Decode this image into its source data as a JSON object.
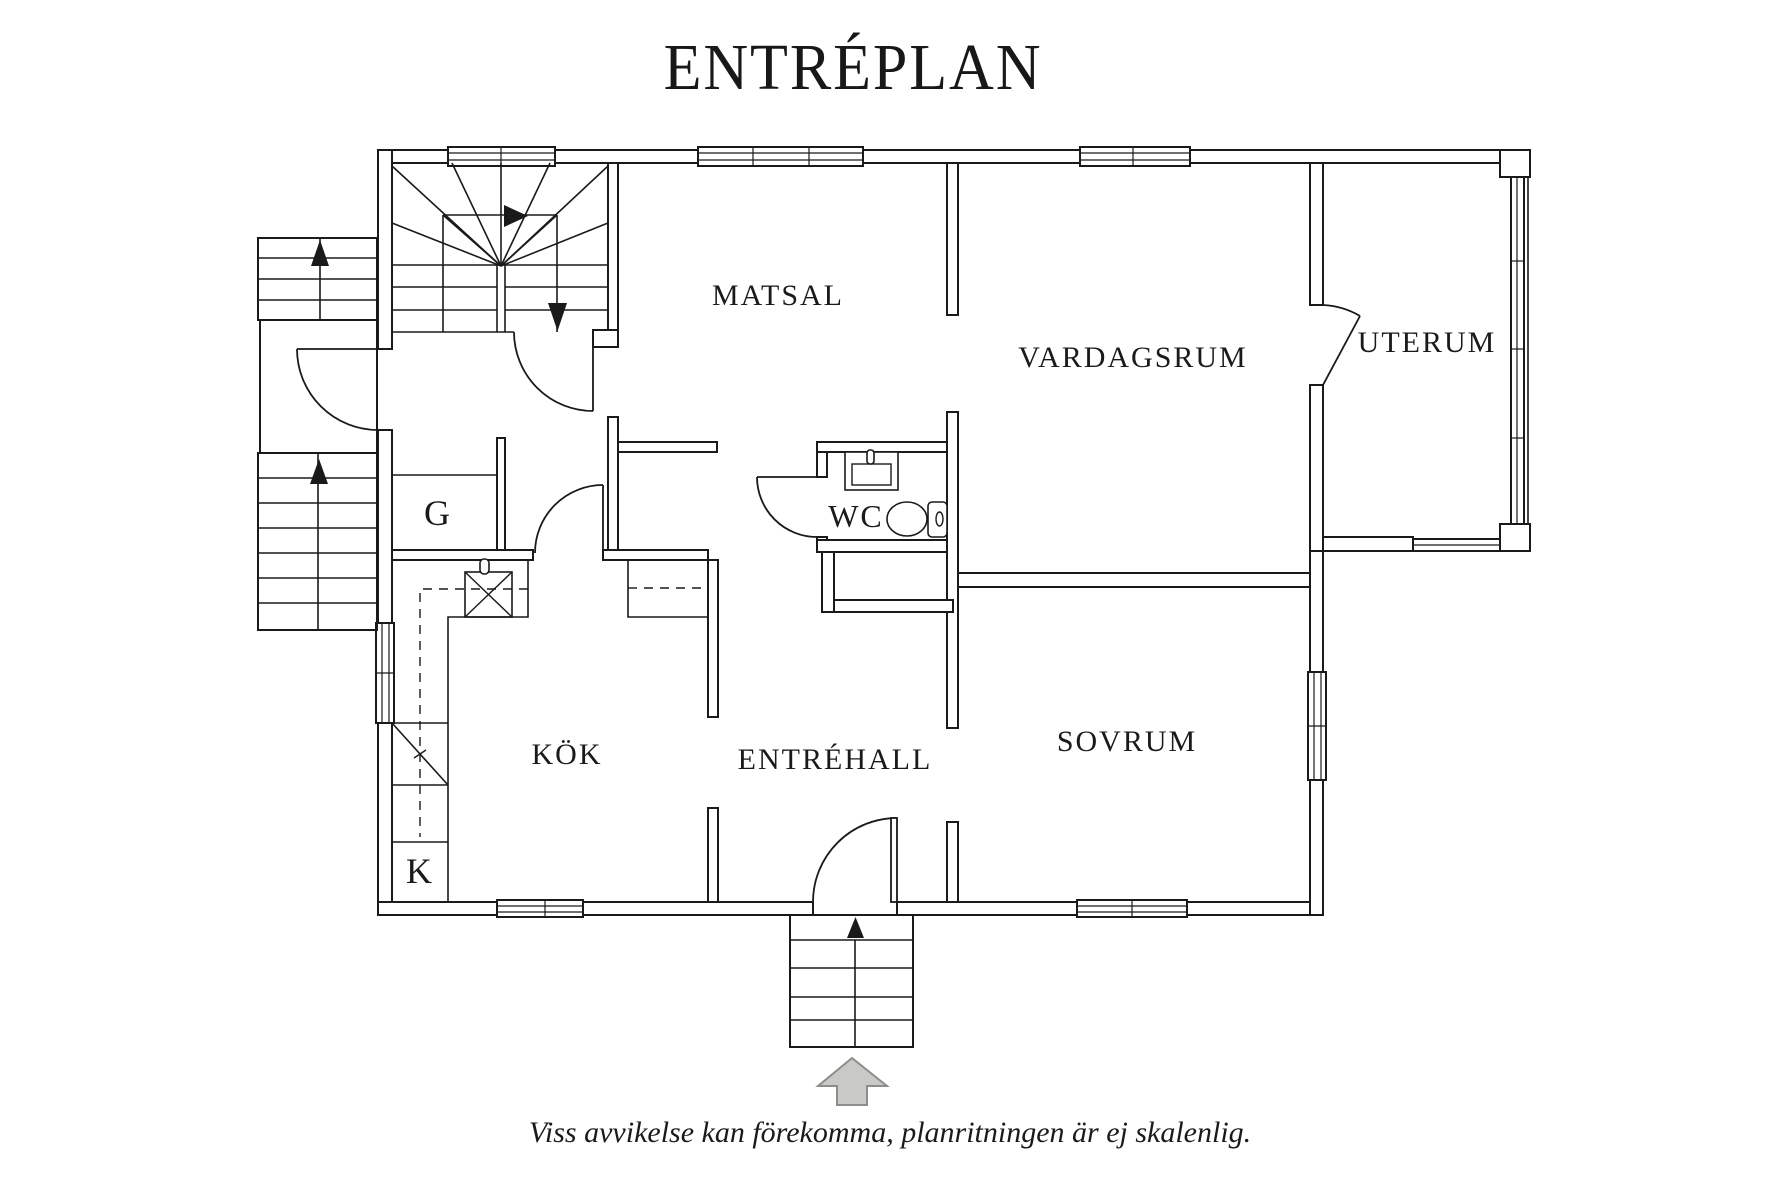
{
  "page": {
    "title": "ENTRÉPLAN",
    "footer_note": "Viss avvikelse kan förekomma, planritningen är ej skalenlig."
  },
  "rooms": {
    "matsal": {
      "label": "MATSAL"
    },
    "vardagsrum": {
      "label": "VARDAGSRUM"
    },
    "uterum": {
      "label": "UTERUM"
    },
    "wc": {
      "label": "WC"
    },
    "garderob": {
      "label": "G"
    },
    "kok": {
      "label": "KÖK"
    },
    "entrehall": {
      "label": "ENTRÉHALL"
    },
    "sovrum": {
      "label": "SOVRUM"
    },
    "kladkammare": {
      "label": "K"
    }
  },
  "icons": {
    "interior_stairs_turn_arrow": "triangle-right",
    "interior_stairs_down_arrow": "triangle-down",
    "exterior_upper_flight_arrow": "triangle-up",
    "exterior_lower_flight_arrow": "triangle-up",
    "entry_steps_arrow": "triangle-up",
    "main_entrance_arrow": "block-arrow-up"
  },
  "colors": {
    "background": "#ffffff",
    "line": "#1a1a1a",
    "entrance_arrow_fill": "#c9c9c6",
    "entrance_arrow_stroke": "#8d8d8a"
  }
}
